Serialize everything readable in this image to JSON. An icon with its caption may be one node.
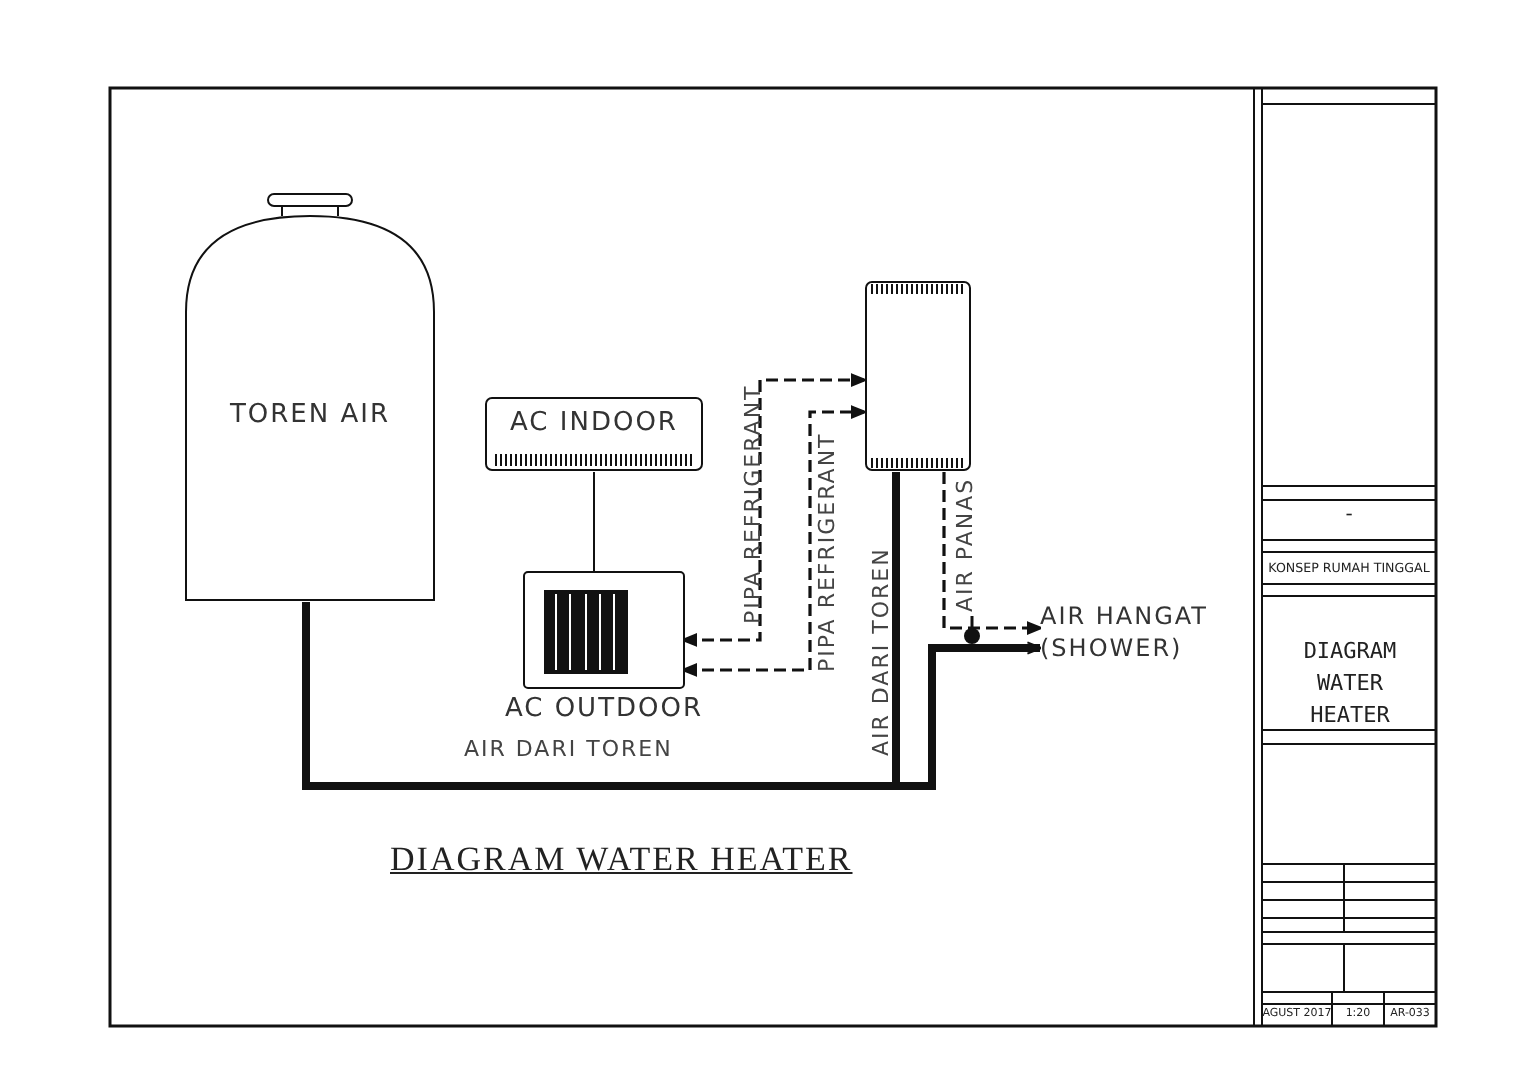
{
  "diagram": {
    "title": "DIAGRAM WATER HEATER",
    "nodes": [
      {
        "text": [
          "TOREN AIR"
        ]
      },
      {
        "text": [
          "AC INDOOR"
        ]
      },
      {
        "text": [
          "AC OUTDOOR"
        ]
      },
      {
        "text": [],
        "shape": "box"
      },
      {
        "text": [
          "AIR HANGAT (SHOWER)"
        ]
      }
    ],
    "edges": [
      {
        "from": 0,
        "to": 3,
        "arrow": "none",
        "style": "thick",
        "label": "AIR DARI TOREN"
      },
      {
        "from": 0,
        "to": 4,
        "arrow": "to",
        "style": "thick"
      },
      {
        "from": 2,
        "to": 3,
        "arrow": "both",
        "style": "dashed",
        "label": "PIPA REFRIGERANT"
      },
      {
        "from": 2,
        "to": 3,
        "arrow": "both",
        "style": "dashed",
        "label": "PIPA REFRIGERANT"
      },
      {
        "from": 1,
        "to": 2,
        "arrow": "none"
      },
      {
        "from": 3,
        "to": 4,
        "arrow": "to",
        "style": "dashed",
        "label": "AIR PANAS"
      }
    ],
    "labels": [
      "AIR DARI TOREN",
      "-",
      "KONSEP RUMAH TINGGAL",
      "DIAGRAM WATER HEATER",
      "AGUST 2017",
      "1:20",
      "AR-033"
    ]
  }
}
